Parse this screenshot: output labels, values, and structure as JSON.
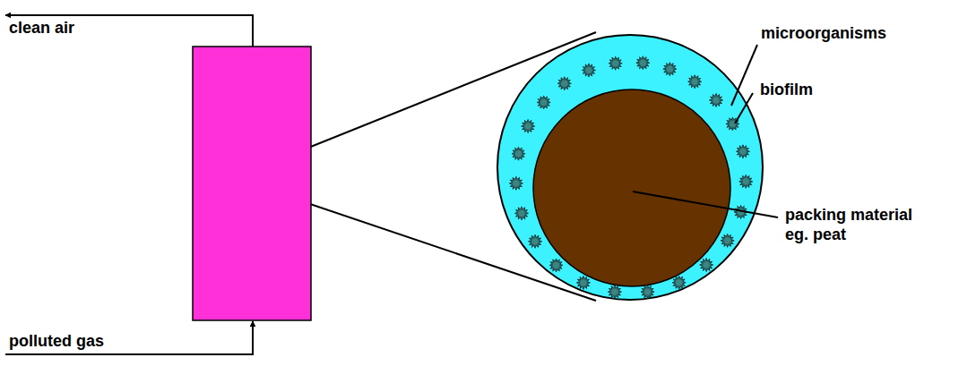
{
  "diagram": {
    "labels": [
      "clean air",
      "polluted gas",
      "microorganisms",
      "biofilm",
      "packing material eg. peat"
    ]
  }
}
